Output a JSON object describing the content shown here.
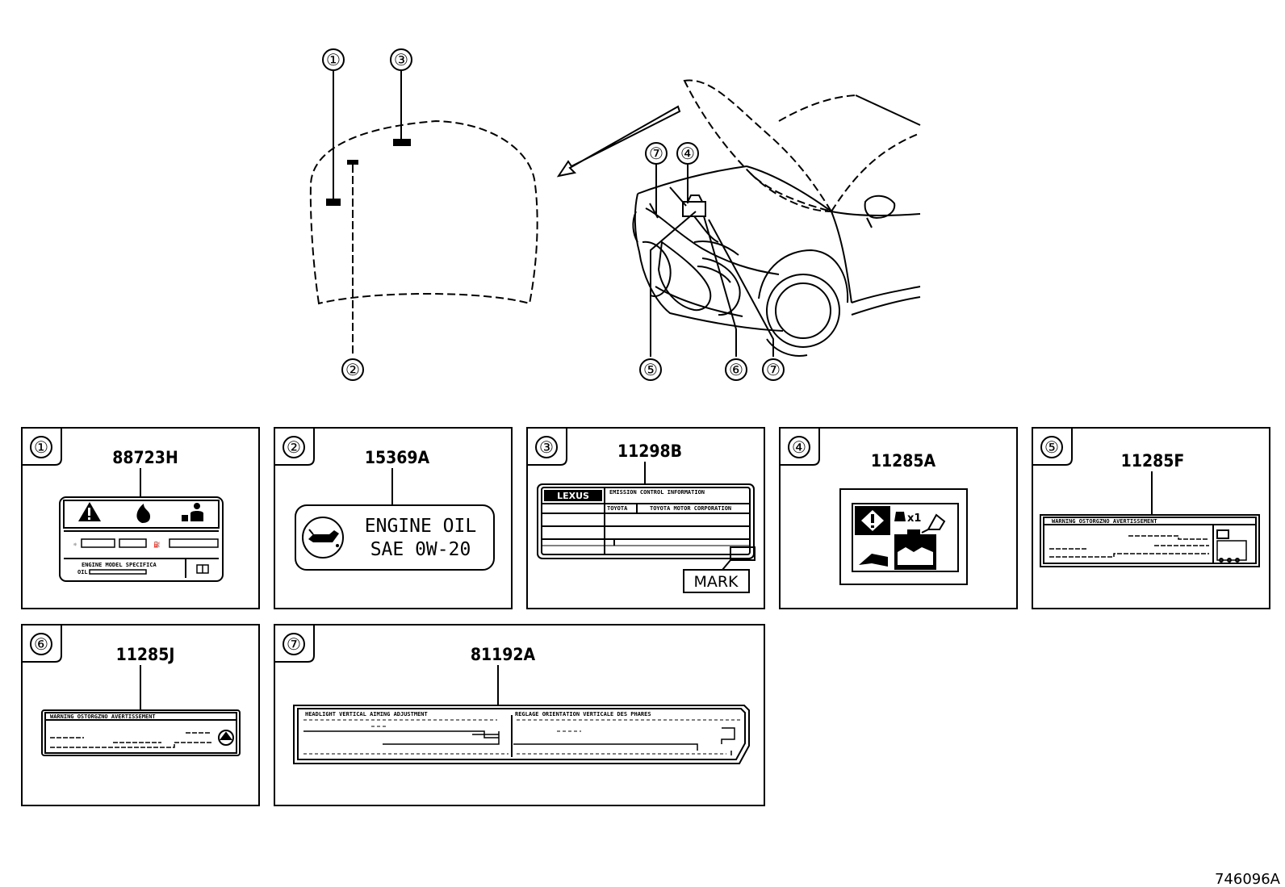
{
  "callouts": {
    "c1": "①",
    "c2": "②",
    "c3": "③",
    "c4": "④",
    "c5": "⑤",
    "c6": "⑥",
    "c7a": "⑦",
    "c7b": "⑦"
  },
  "panels": [
    {
      "num": "①",
      "part": "88723H"
    },
    {
      "num": "②",
      "part": "15369A"
    },
    {
      "num": "③",
      "part": "11298B"
    },
    {
      "num": "④",
      "part": "11285A"
    },
    {
      "num": "⑤",
      "part": "11285F"
    },
    {
      "num": "⑥",
      "part": "11285J"
    },
    {
      "num": "⑦",
      "part": "81192A"
    }
  ],
  "labels": {
    "engine_oil_line1": "ENGINE OIL",
    "engine_oil_line2": "SAE 0W-20",
    "mark": "MARK",
    "lexus": "LEXUS",
    "toyota": "TOYOTA",
    "emission_title": "EMISSION CONTROL INFORMATION",
    "toyota_corp": "TOYOTA MOTOR CORPORATION",
    "cool_x1": "x1",
    "warning_strip": "WARNING OSTORGZNO AVERTISSEMENT",
    "headlight_left": "HEADLIGHT VERTICAL AIMING ADJUSTMENT",
    "headlight_right": "REGLAGE ORIENTATION VERTICALE DES PHARES",
    "small_text_1": "ENGINE MODEL SPECIFICA",
    "small_text_2": "OIL"
  },
  "figure_code": "746096A"
}
